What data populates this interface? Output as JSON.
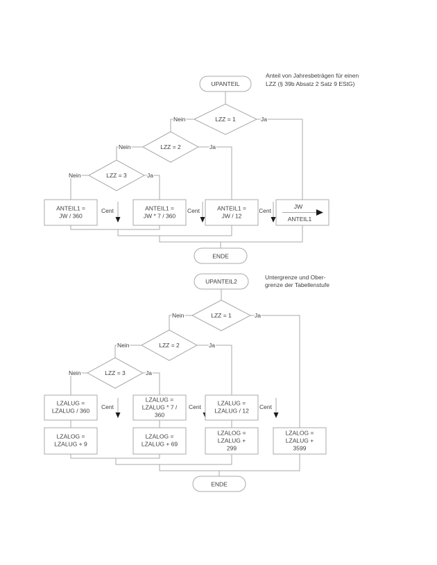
{
  "colors": {
    "background": "#ffffff",
    "line": "#a9a9a9",
    "text": "#3d3d3d",
    "arrowhead": "#1a1a1a"
  },
  "chart1": {
    "start_label": "UPANTEIL",
    "caption_line1": "Anteil von Jahresbeträgen für einen",
    "caption_line2": "LZZ (§ 39b Absatz 2 Satz 9 EStG)",
    "decision1": "LZZ = 1",
    "decision2": "LZZ = 2",
    "decision3": "LZZ = 3",
    "yes": "Ja",
    "no": "Nein",
    "cent": "Cent",
    "box1": {
      "line1": "ANTEIL1 =",
      "line2": "JW / 360"
    },
    "box2": {
      "line1": "ANTEIL1 =",
      "line2": "JW * 7 / 360"
    },
    "box3": {
      "line1": "ANTEIL1 =",
      "line2": "JW / 12"
    },
    "box4": {
      "numerator": "JW",
      "denominator": "ANTEIL1"
    },
    "end_label": "ENDE"
  },
  "chart2": {
    "start_label": "UPANTEIL2",
    "caption_line1": "Untergrenze und Ober-",
    "caption_line2": "grenze der Tabellenstufe",
    "decision1": "LZZ = 1",
    "decision2": "LZZ = 2",
    "decision3": "LZZ = 3",
    "yes": "Ja",
    "no": "Nein",
    "cent": "Cent",
    "row1_box1": {
      "line1": "LZALUG =",
      "line2": "LZALUG / 360"
    },
    "row1_box2": {
      "line1": "LZALUG =",
      "line2": "LZALUG * 7 /",
      "line3": "360"
    },
    "row1_box3": {
      "line1": "LZALUG =",
      "line2": "LZALUG / 12"
    },
    "row2_box1": {
      "line1": "LZALOG =",
      "line2": "LZALUG + 9"
    },
    "row2_box2": {
      "line1": "LZALOG =",
      "line2": "LZALUG + 69"
    },
    "row2_box3": {
      "line1": "LZALOG =",
      "line2": "LZALUG +",
      "line3": "299"
    },
    "row2_box4": {
      "line1": "LZALOG =",
      "line2": "LZALUG +",
      "line3": "3599"
    }
  }
}
